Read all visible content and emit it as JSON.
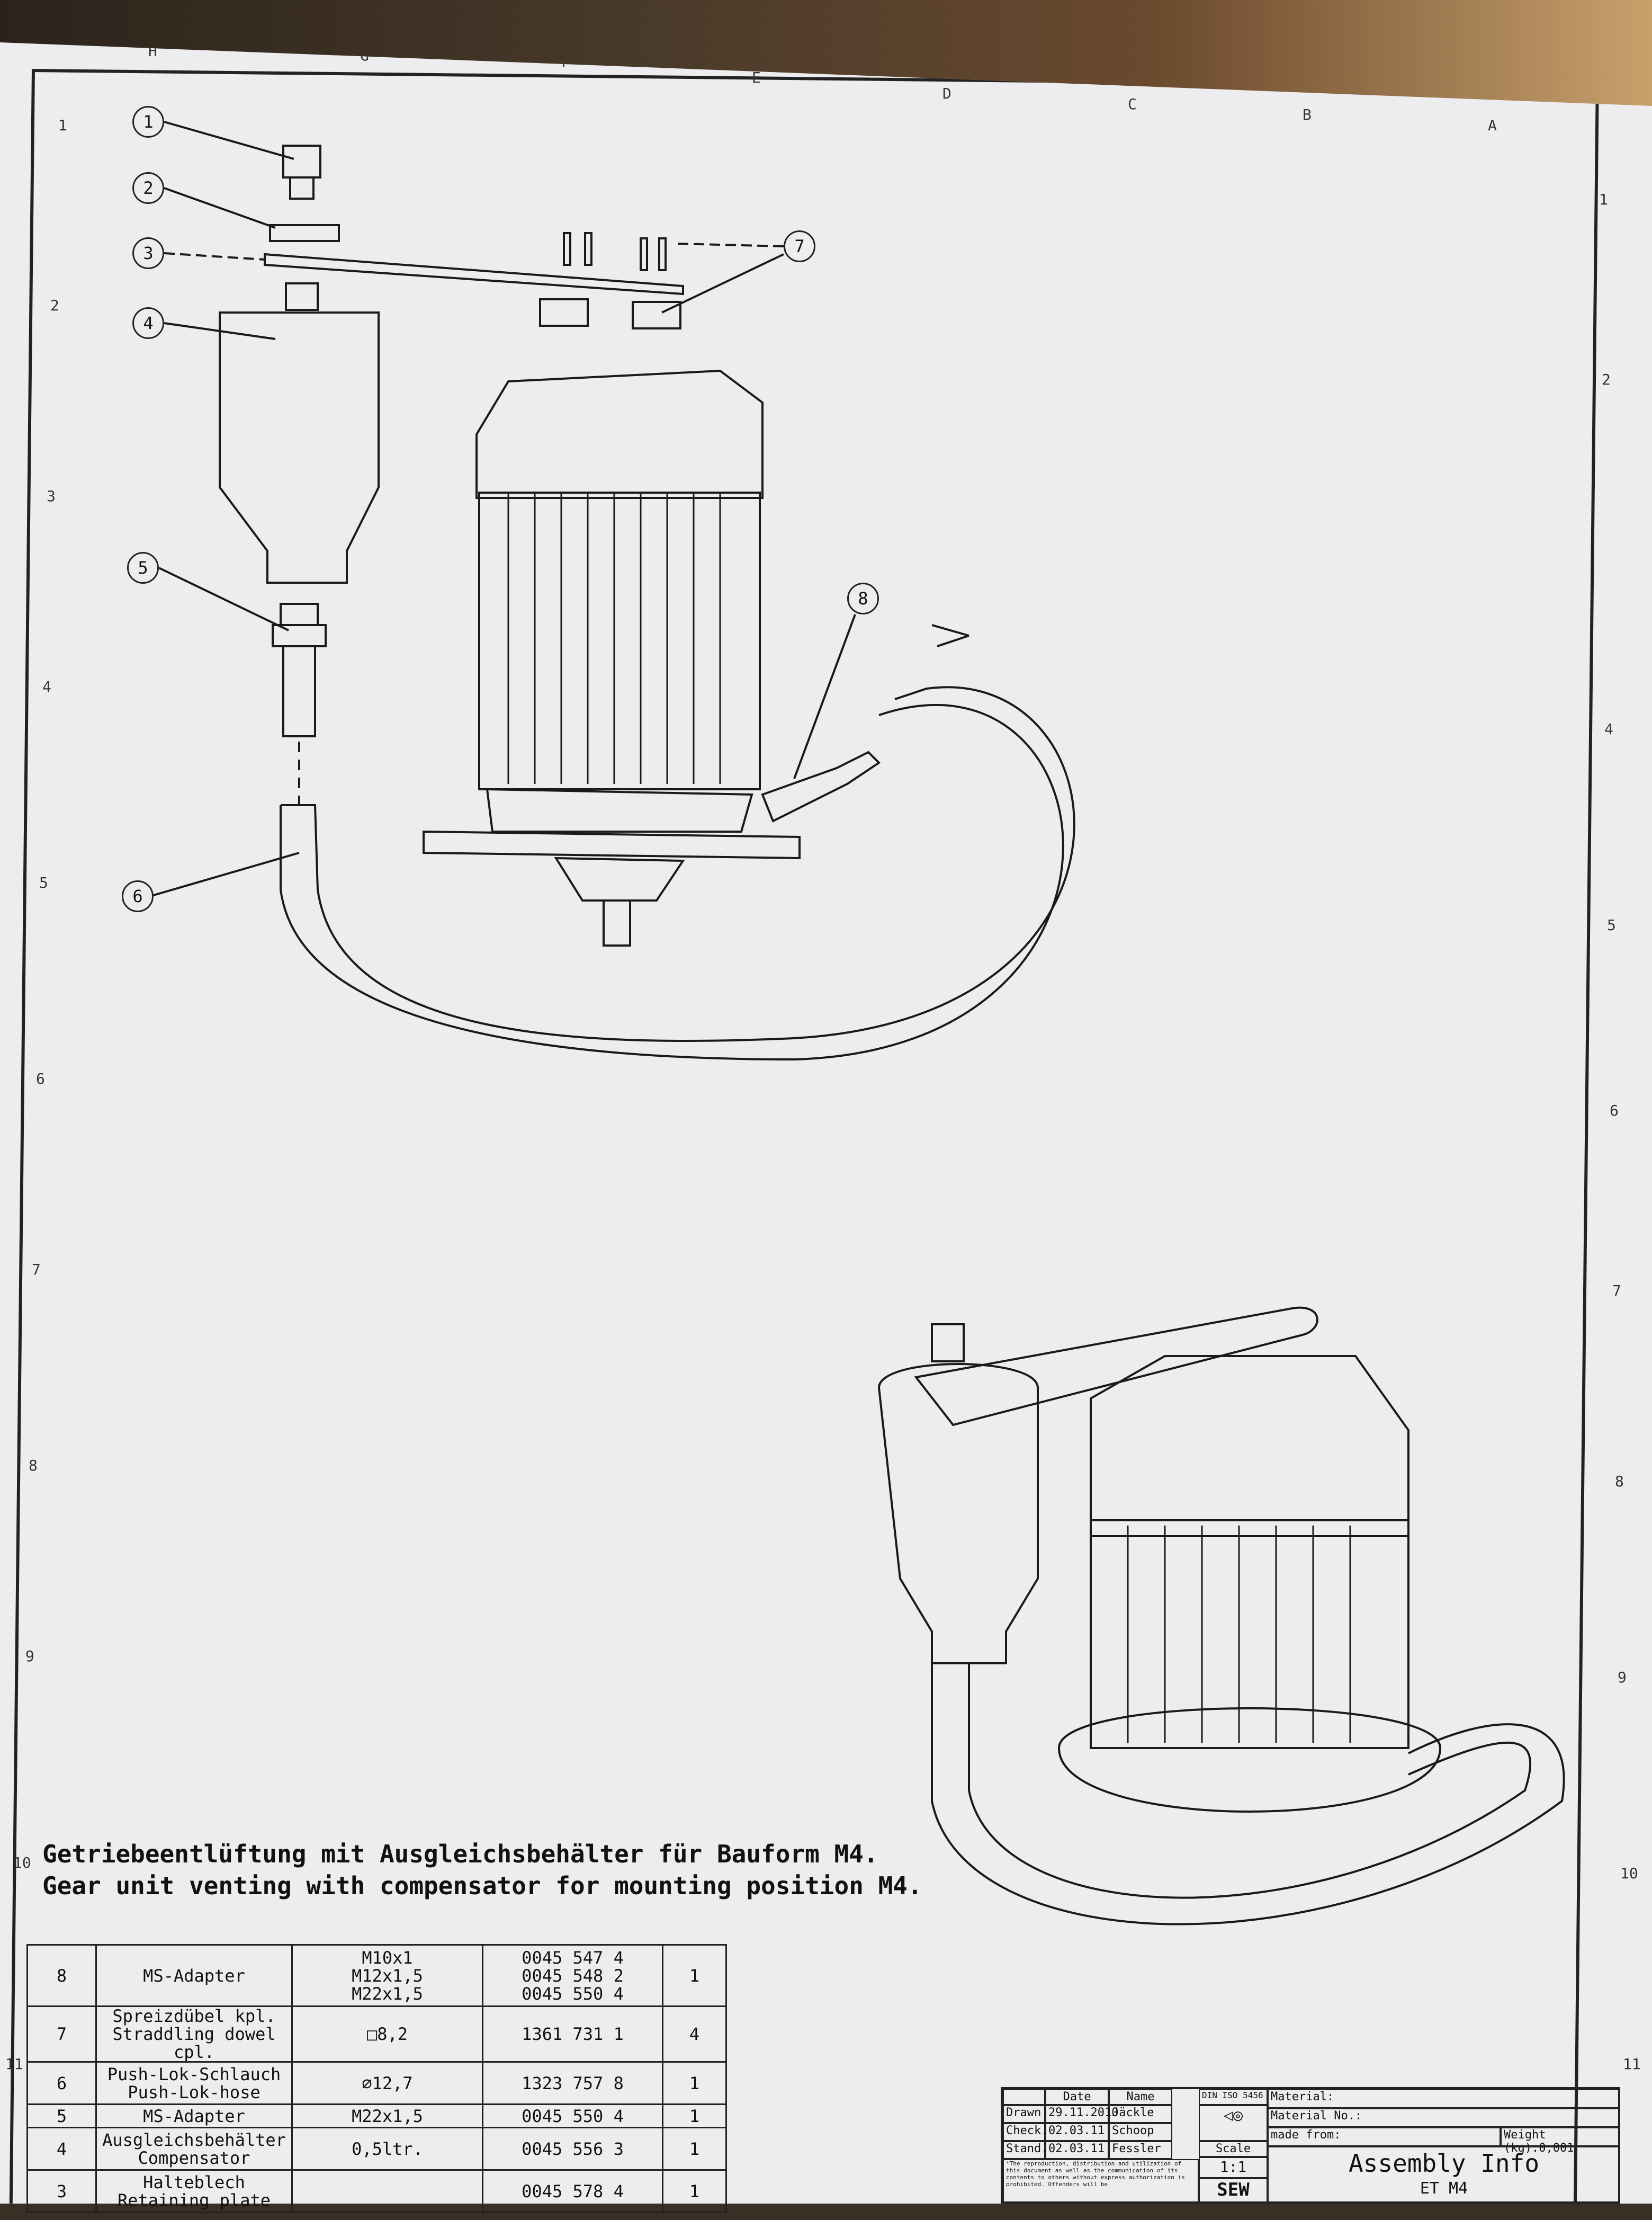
{
  "zones_top": [
    "H",
    "G",
    "F",
    "E",
    "D",
    "C",
    "B",
    "A"
  ],
  "zones_side": [
    "1",
    "2",
    "3",
    "4",
    "5",
    "6",
    "7",
    "8",
    "9",
    "10",
    "11"
  ],
  "callouts": [
    "1",
    "2",
    "3",
    "4",
    "5",
    "6",
    "7",
    "8"
  ],
  "title": {
    "german": "Getriebeentlüftung mit Ausgleichsbehälter für Bauform M4.",
    "english": "Gear unit venting with compensator for mounting position M4."
  },
  "parts": [
    {
      "pos": "8",
      "name": [
        "MS-Adapter"
      ],
      "spec": [
        "M10x1",
        "M12x1,5",
        "M22x1,5"
      ],
      "number": [
        "0045 547 4",
        "0045 548 2",
        "0045 550 4"
      ],
      "qty": "1"
    },
    {
      "pos": "7",
      "name": [
        "Spreizdübel kpl.",
        "Straddling dowel cpl."
      ],
      "spec": [
        "□8,2"
      ],
      "number": [
        "1361 731 1"
      ],
      "qty": "4"
    },
    {
      "pos": "6",
      "name": [
        "Push-Lok-Schlauch",
        "Push-Lok-hose"
      ],
      "spec": [
        "∅12,7"
      ],
      "number": [
        "1323 757 8"
      ],
      "qty": "1"
    },
    {
      "pos": "5",
      "name": [
        "MS-Adapter"
      ],
      "spec": [
        "M22x1,5"
      ],
      "number": [
        "0045 550 4"
      ],
      "qty": "1"
    },
    {
      "pos": "4",
      "name": [
        "Ausgleichsbehälter",
        "Compensator"
      ],
      "spec": [
        "0,5ltr."
      ],
      "number": [
        "0045 556 3"
      ],
      "qty": "1"
    },
    {
      "pos": "3",
      "name": [
        "Halteblech",
        "Retaining plate"
      ],
      "spec": [
        ""
      ],
      "number": [
        "0045 578 4"
      ],
      "qty": "1"
    }
  ],
  "title_block": {
    "col_date": "Date",
    "col_name": "Name",
    "drawn_label": "Drawn",
    "drawn_date": "29.11.2010",
    "drawn_name": "Jäckle",
    "check_label": "Check.",
    "check_date": "02.03.11",
    "check_name": "Schoop",
    "stand_label": "Stand.",
    "stand_date": "02.03.11",
    "stand_name": "Fessler",
    "standard": "DIN ISO 5456",
    "scale_label": "Scale",
    "scale": "1:1",
    "material": "Material:",
    "material_no": "Material No.:",
    "made_from": "made from:",
    "weight": "Weight (kg):0,001",
    "sheet_title": "Assembly Info",
    "sheet_subtitle": "ET M4",
    "logo": "SEW",
    "notice": "*The reproduction, distribution and utilization of this document as well as the communication of its contents to others without express authorization is prohibited. Offenders will be"
  }
}
